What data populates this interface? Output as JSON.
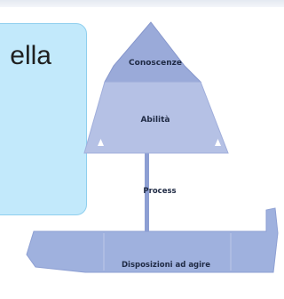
{
  "callout": {
    "text": "ella"
  },
  "diagram": {
    "top_label": "Conoscenze",
    "middle_label": "Abilità",
    "process_label": "Process",
    "base_label": "Disposizioni ad agire"
  },
  "colors": {
    "callout_fill": "#c2e9fb",
    "callout_border": "#8fcfee",
    "peak_fill": "#9aaad9",
    "middle_fill": "#b5c1e5",
    "base_fill": "#9fb1de",
    "label_text": "#1f2a44"
  }
}
